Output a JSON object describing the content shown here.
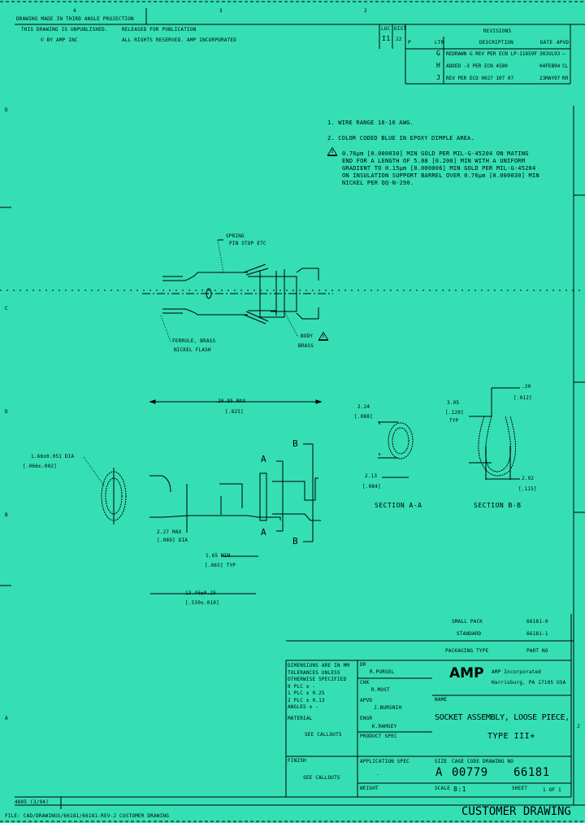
{
  "border": {
    "zones_top": [
      "4",
      "3",
      "2"
    ],
    "zones_left": [
      "D",
      "C",
      "D",
      "B",
      "A"
    ],
    "header_left": "DRAWING MADE IN THIRD ANGLE PROJECTION",
    "unpublished": "THIS DRAWING IS UNPUBLISHED.",
    "copyright": "© BY AMP INC",
    "released": "RELEASED FOR PUBLICATION",
    "rights": "ALL RIGHTS RESERVED. AMP INCORPORATED",
    "form_no": "4805 (3/94)",
    "footer": "FILE: CAD/DRAWINGS/66181/66181-REV-J CUSTOMER DRAWING"
  },
  "revisions": {
    "loc_label": "LOC",
    "loc_value": "I1",
    "dist_label": "DIST",
    "dist_value": "22",
    "title": "REVISIONS",
    "headers": [
      "P",
      "LTR",
      "DESCRIPTION",
      "DATE",
      "APVD"
    ],
    "rows": [
      {
        "ltr": "G",
        "description": "REDRAWN & REV PER ECN LP-11659F",
        "date": "30JUL93",
        "apvd": "—"
      },
      {
        "ltr": "H",
        "description": "ADDED -3 PER ECN 4580",
        "date": "04FEB94",
        "apvd": "CL"
      },
      {
        "ltr": "J",
        "description": "REV PER ECO 0027 107 07",
        "date": "23MAY97",
        "apvd": "RR"
      }
    ]
  },
  "notes": [
    {
      "num": "1.",
      "text": "WIRE RANGE 18-16 AWG."
    },
    {
      "num": "2.",
      "text": "COLOR CODED BLUE IN EPOXY DIMPLE AREA."
    },
    {
      "num": "3",
      "text": "0.76µm [0.000030] MIN GOLD PER MIL-G-45204 ON MATING",
      "lines": [
        "END FOR A LENGTH OF 5.08 [0.200] MIN WITH A UNIFORM",
        "GRADIENT TO 0.15µm [0.000006] MIN GOLD PER MIL-G-45204",
        "ON INSULATION SUPPORT BARREL OVER 0.76µm [0.000030] MIN",
        "NICKEL PER QQ-N-290."
      ]
    }
  ],
  "callouts": {
    "spring_1": "SPRING",
    "spring_2": "PIN STOP ETC",
    "ferrule_1": "FERRULE, BRASS",
    "ferrule_2": "NICKEL FLASH",
    "body_1": "BODY",
    "body_2": "BRASS",
    "body_note": "3"
  },
  "dimensions": {
    "overall_mm": "20.95 MAX",
    "overall_in": "[.825]",
    "dia_mm": "1.68±0.051 DIA",
    "dia_in": "[.066±.002]",
    "barrel_mm": "2.27 MAX",
    "barrel_in": "[.089] DIA",
    "min_mm": "1.65 MIN",
    "min_in": "[.065] TYP",
    "length_mm": "13.46±0.25",
    "length_in": "[.530±.010]",
    "aa_h_mm": "2.24",
    "aa_h_in": "[.088]",
    "aa_w_mm": "2.13",
    "aa_w_in": "[.084]",
    "bb_h_mm": "3.05",
    "bb_h_in": "[.120]",
    "bb_h_typ": "TYP",
    "bb_t_mm": ".30",
    "bb_t_in": "[.012]",
    "bb_w_mm": "2.92",
    "bb_w_in": "[.115]",
    "section_a": "SECTION A-A",
    "section_b": "SECTION B-B",
    "mark_a": "A",
    "mark_b": "B"
  },
  "title_block": {
    "pack_rows": [
      {
        "type": "SMALL PACK",
        "part": "66181-0"
      },
      {
        "type": "STANDARD",
        "part": "66181-1"
      }
    ],
    "pack_header": "PACKAGING TYPE",
    "part_header": "PART NO",
    "tolerances": [
      "DIMENSIONS ARE IN MM",
      "TOLERANCES UNLESS",
      "OTHERWISE SPECIFIED",
      "0 PLC ± -",
      "1 PLC ± 0.25",
      "2 PLC ± 0.13",
      "ANGLES ± -"
    ],
    "material_label": "MATERIAL",
    "material_value": "SEE CALLOUTS",
    "finish_label": "FINISH",
    "finish_value": "SEE CALLOUTS",
    "dr_label": "DR",
    "dr_value": "R.PURSEL",
    "chk_label": "CHK",
    "chk_value": "R.MOST",
    "apvd_label": "APVD",
    "apvd_value": "J.BURSNIH",
    "engr_label": "ENGR",
    "engr_value": "K.RAMSEY",
    "product_spec_label": "PRODUCT SPEC",
    "application_spec_label": "APPLICATION SPEC",
    "application_spec_value": "-",
    "weight_label": "WEIGHT",
    "company_logo": "AMP",
    "company_name": "AMP Incorporated",
    "company_address": "Harrisburg, PA 17105 USA",
    "name_label": "NAME",
    "name_line1": "SOCKET ASSEMBLY, LOOSE PIECE,",
    "name_line2": "TYPE III+",
    "size_label": "SIZE",
    "size_value": "A",
    "cage_label": "CAGE CODE",
    "cage_value": "00779",
    "dwg_label": "DRAWING NO",
    "dwg_value": "66181",
    "scale_label": "SCALE",
    "scale_value": "8:1",
    "sheet_label": "SHEET",
    "sheet_value": "1 OF 1",
    "doc_type": "CUSTOMER DRAWING",
    "rev_label": "J"
  }
}
